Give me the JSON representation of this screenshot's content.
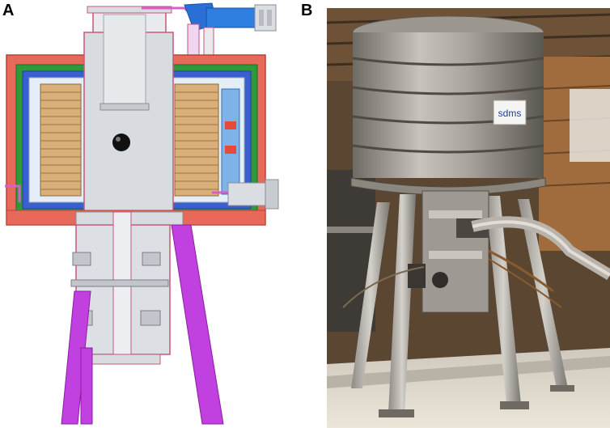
{
  "panels": [
    {
      "label": "A"
    },
    {
      "label": "B"
    }
  ],
  "photo": {
    "logo_text": "sdms"
  },
  "colors": {
    "yoke_red": "#e8685a",
    "coil_tan": "#d9b07a",
    "cryostat_gray": "#d8dbe0",
    "support_magenta": "#c040e0",
    "flange_blue": "#2a6fd6",
    "shield_green": "#2f9a3a"
  }
}
